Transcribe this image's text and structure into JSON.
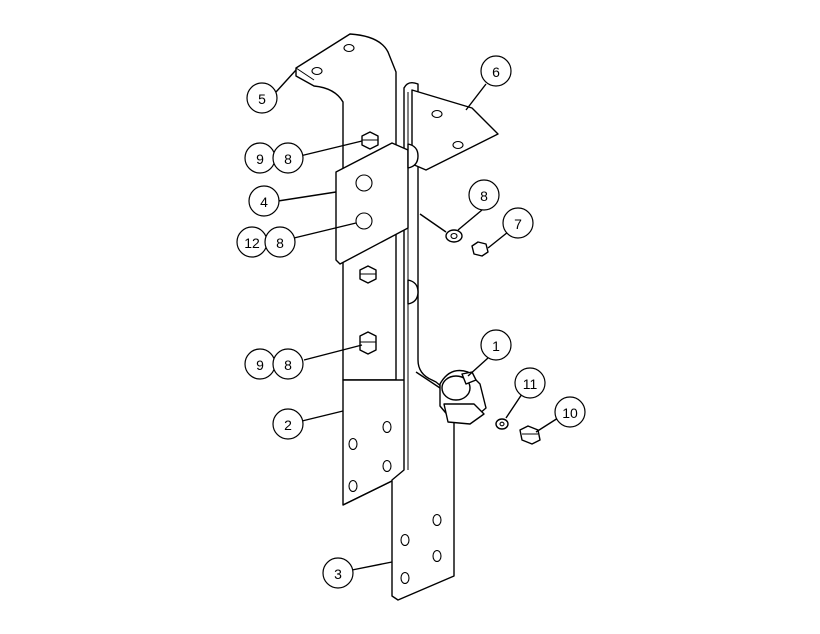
{
  "callouts": [
    {
      "id": "c5",
      "label": "5"
    },
    {
      "id": "c6",
      "label": "6"
    },
    {
      "id": "c9a",
      "label": "9"
    },
    {
      "id": "c8a",
      "label": "8"
    },
    {
      "id": "c4",
      "label": "4"
    },
    {
      "id": "c8b",
      "label": "8"
    },
    {
      "id": "c7",
      "label": "7"
    },
    {
      "id": "c12",
      "label": "12"
    },
    {
      "id": "c8c",
      "label": "8"
    },
    {
      "id": "c1",
      "label": "1"
    },
    {
      "id": "c9b",
      "label": "9"
    },
    {
      "id": "c8d",
      "label": "8"
    },
    {
      "id": "c11",
      "label": "11"
    },
    {
      "id": "c10",
      "label": "10"
    },
    {
      "id": "c2",
      "label": "2"
    },
    {
      "id": "c3",
      "label": "3"
    }
  ]
}
